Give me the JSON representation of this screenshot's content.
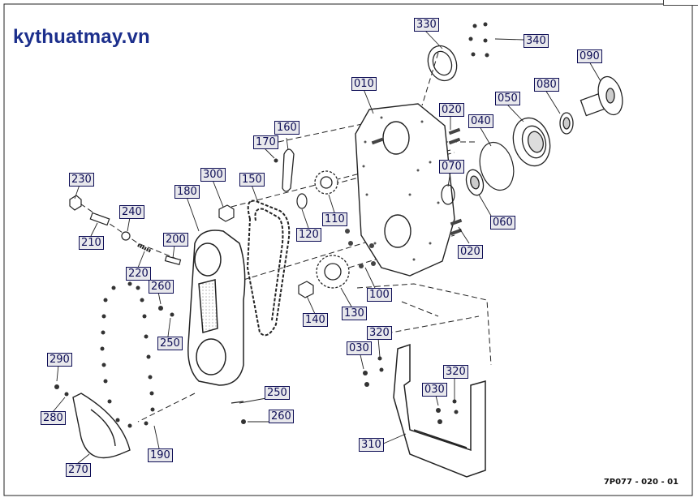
{
  "watermark": "kythuatmay.vn",
  "drawing_code": "7P077 - 020 - 01",
  "callouts": [
    "330",
    "340",
    "090",
    "010",
    "020",
    "050",
    "080",
    "040",
    "160",
    "170",
    "070",
    "300",
    "150",
    "180",
    "230",
    "060",
    "110",
    "240",
    "120",
    "020",
    "210",
    "200",
    "220",
    "100",
    "260",
    "130",
    "140",
    "250",
    "320",
    "030",
    "320",
    "290",
    "030",
    "250",
    "280",
    "260",
    "310",
    "270",
    "190"
  ],
  "colors": {
    "callout_bg": "#e8e8ec",
    "callout_border": "#0d0d55",
    "watermark": "#1c2f8c",
    "line": "#222222"
  }
}
